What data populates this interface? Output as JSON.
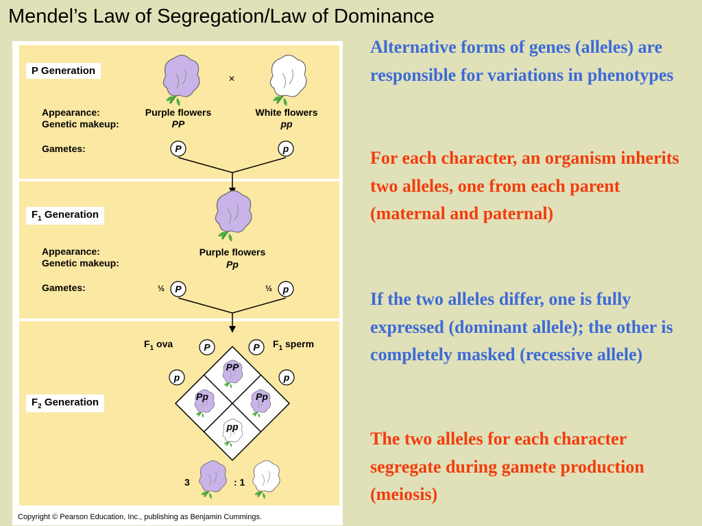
{
  "title": "Mendel’s Law of Segregation/Law of Dominance",
  "figure": {
    "p_generation": {
      "label": "P Generation",
      "appearance_label": "Appearance:",
      "genetic_label": "Genetic makeup:",
      "gametes_label": "Gametes:",
      "left_appearance": "Purple flowers",
      "left_genotype": "PP",
      "right_appearance": "White flowers",
      "right_genotype": "pp",
      "cross_symbol": "×",
      "left_gamete": "P",
      "right_gamete": "p"
    },
    "f1_generation": {
      "label_main": "F",
      "label_sub": "1",
      "label_rest": " Generation",
      "appearance_label": "Appearance:",
      "genetic_label": "Genetic makeup:",
      "gametes_label": "Gametes:",
      "appearance": "Purple flowers",
      "genotype": "Pp",
      "half": "½",
      "left_gamete": "P",
      "right_gamete": "p"
    },
    "f2_generation": {
      "label_main": "F",
      "label_sub": "2",
      "label_rest": " Generation",
      "ova_main": "F",
      "ova_sub": "1",
      "ova_rest": " ova",
      "sperm_main": "F",
      "sperm_sub": "1",
      "sperm_rest": " sperm",
      "ova_alleles": [
        "P",
        "p"
      ],
      "sperm_alleles": [
        "P",
        "p"
      ],
      "cells": [
        "PP",
        "Pp",
        "Pp",
        "pp"
      ],
      "ratio_left": "3",
      "ratio_right": ": 1"
    },
    "copyright": "Copyright © Pearson Education, Inc., publishing as Benjamin Cummings.",
    "colors": {
      "panel": "#fbe8a3",
      "purple_flower": "#c8b4e8",
      "white_flower": "#ffffff"
    }
  },
  "bullets": [
    {
      "text": "Alternative forms of genes (alleles) are responsible for variations in phenotypes",
      "color": "#3d6ad6"
    },
    {
      "text": "For each character, an organism inherits two alleles, one from each parent (maternal and paternal)",
      "color": "#f33c0c"
    },
    {
      "text": "If the two alleles differ, one is fully expressed (dominant allele); the other is completely masked (recessive allele)",
      "color": "#3d6ad6"
    },
    {
      "text": "The two alleles for each character segregate during gamete production (meiosis)",
      "color": "#f33c0c"
    }
  ]
}
